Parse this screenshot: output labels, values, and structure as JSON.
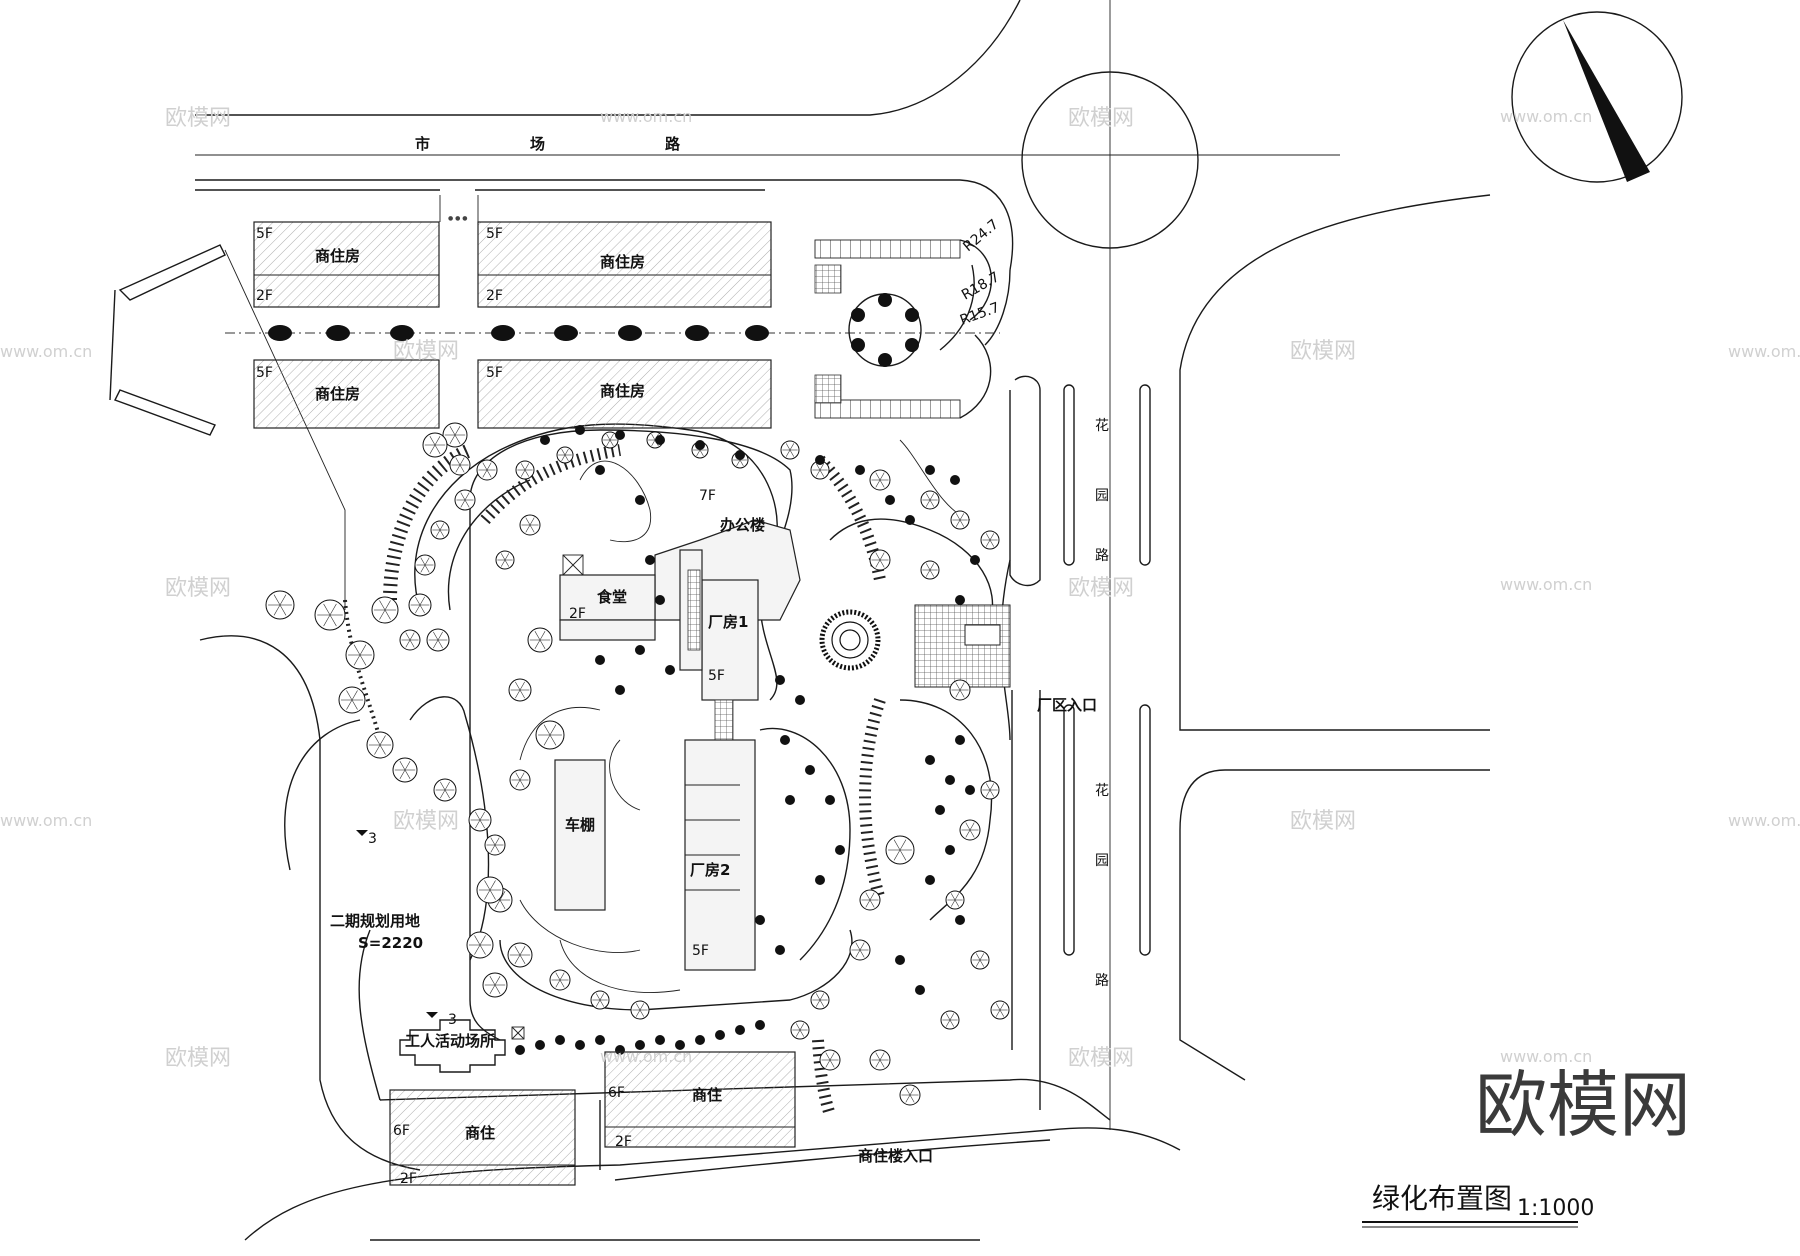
{
  "road_north": [
    "市",
    "场",
    "路"
  ],
  "road_east_chars": [
    "花",
    "园",
    "路"
  ],
  "buildings": {
    "shangzhufang": "商住房",
    "shangzhu": "商住",
    "office": "办公楼",
    "canteen": "食堂",
    "factory1": "厂房1",
    "factory2": "厂房2",
    "shed": "车棚",
    "activity": "工人活动场所"
  },
  "floors": {
    "f5": "5F",
    "f2": "2F",
    "f7": "7F",
    "f6": "6F"
  },
  "phase2": {
    "name": "二期规划用地",
    "area": "S=2220"
  },
  "markers": {
    "m3": "3"
  },
  "entrances": {
    "factory": "厂区入口",
    "residential": "商住楼入口"
  },
  "radii": {
    "r1": "R24.7",
    "r2": "R18.7",
    "r3": "R15.7"
  },
  "watermark": {
    "brand": "欧模网",
    "url": "www.om.cn",
    "big": "欧模网"
  },
  "title": {
    "name": "绿化布置图",
    "scale": "1:1000"
  }
}
